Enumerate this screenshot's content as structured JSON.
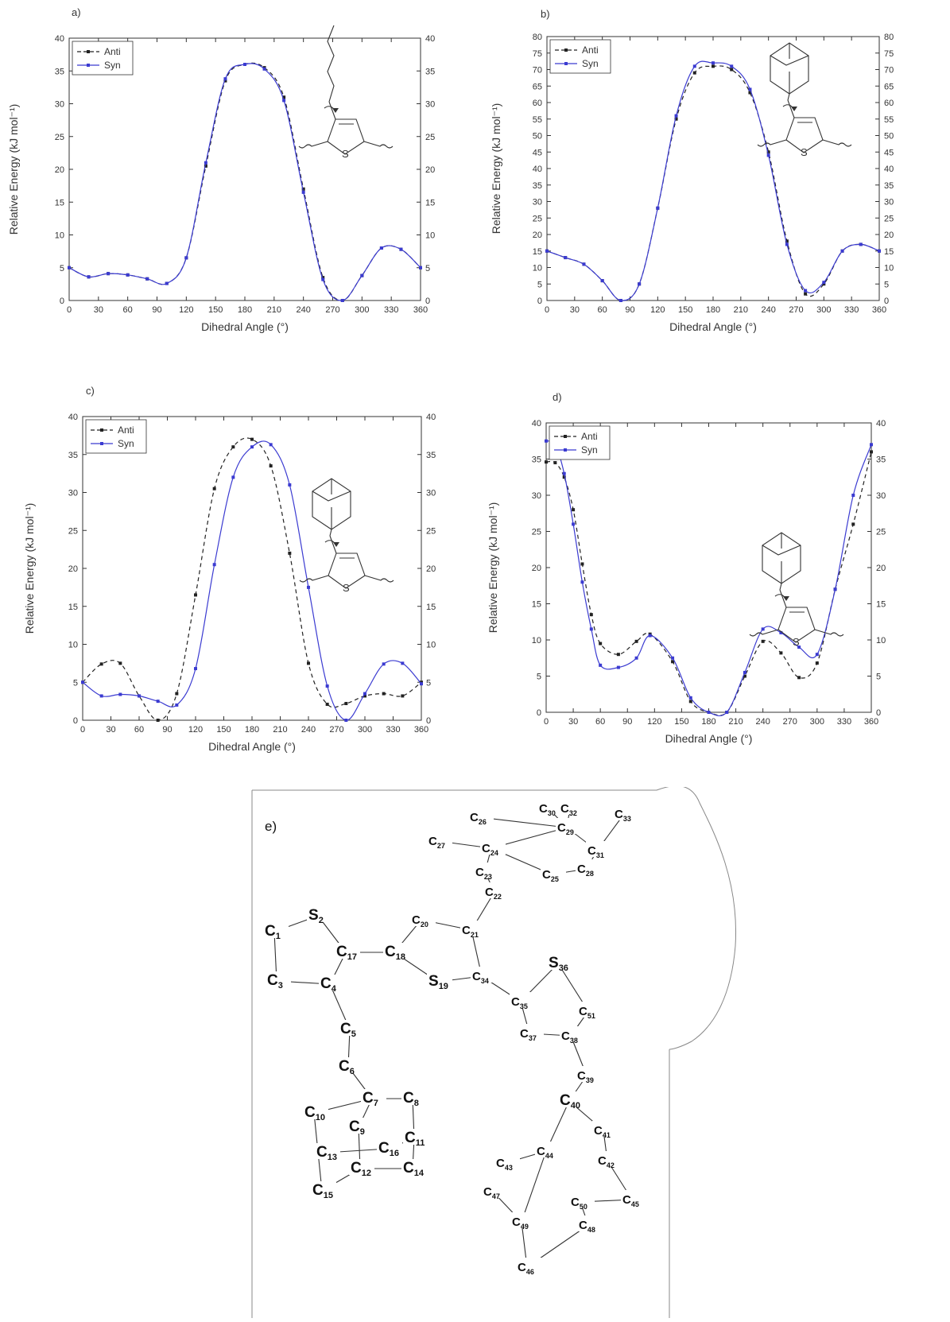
{
  "chart_data": [
    {
      "panel_label": "a)",
      "type": "line",
      "xlabel": "Dihedral Angle (°)",
      "ylabel": "Relative Energy (kJ mol⁻¹)",
      "xlim": [
        0,
        360
      ],
      "ylim": [
        0,
        40
      ],
      "xticks": [
        0,
        30,
        60,
        90,
        120,
        150,
        180,
        210,
        240,
        270,
        300,
        330,
        360
      ],
      "yticks": [
        0,
        5,
        10,
        15,
        20,
        25,
        30,
        35,
        40
      ],
      "legend": "top-left",
      "series": [
        {
          "name": "Anti",
          "color": "#222222",
          "dash": true,
          "x": [
            0,
            20,
            40,
            60,
            80,
            100,
            120,
            140,
            160,
            180,
            200,
            220,
            240,
            260,
            280,
            300,
            320,
            340,
            360
          ],
          "y": [
            5,
            3.6,
            4.1,
            3.9,
            3.3,
            2.6,
            6.5,
            20.5,
            33.5,
            36,
            35.5,
            31,
            17,
            3.5,
            0,
            3.8,
            8,
            7.8,
            5
          ]
        },
        {
          "name": "Syn",
          "color": "#3b3bd1",
          "dash": false,
          "x": [
            0,
            20,
            40,
            60,
            80,
            100,
            120,
            140,
            160,
            180,
            200,
            220,
            240,
            260,
            280,
            300,
            320,
            340,
            360
          ],
          "y": [
            5,
            3.6,
            4.1,
            3.9,
            3.3,
            2.6,
            6.5,
            21,
            33.8,
            36,
            35.3,
            30.5,
            16.5,
            3.2,
            0,
            3.8,
            8,
            7.8,
            5
          ]
        }
      ]
    },
    {
      "panel_label": "b)",
      "type": "line",
      "xlabel": "Dihedral Angle (°)",
      "ylabel": "Relative Energy (kJ mol⁻¹)",
      "xlim": [
        0,
        360
      ],
      "ylim": [
        0,
        80
      ],
      "xticks": [
        0,
        30,
        60,
        90,
        120,
        150,
        180,
        210,
        240,
        270,
        300,
        330,
        360
      ],
      "yticks": [
        0,
        5,
        10,
        15,
        20,
        25,
        30,
        35,
        40,
        45,
        50,
        55,
        60,
        65,
        70,
        75,
        80
      ],
      "legend": "top-left",
      "series": [
        {
          "name": "Anti",
          "color": "#222222",
          "dash": true,
          "x": [
            0,
            20,
            40,
            60,
            80,
            100,
            120,
            140,
            160,
            180,
            200,
            220,
            240,
            260,
            280,
            300,
            320,
            340,
            360
          ],
          "y": [
            15,
            13,
            11,
            6,
            0,
            5,
            28,
            55,
            69,
            71,
            70,
            63,
            45,
            18,
            2,
            5,
            15,
            17,
            15
          ]
        },
        {
          "name": "Syn",
          "color": "#3b3bd1",
          "dash": false,
          "x": [
            0,
            20,
            40,
            60,
            80,
            100,
            120,
            140,
            160,
            180,
            200,
            220,
            240,
            260,
            280,
            300,
            320,
            340,
            360
          ],
          "y": [
            15,
            13,
            11,
            6,
            0,
            5,
            28,
            56,
            71,
            72,
            71,
            64,
            44,
            17,
            3,
            5.5,
            15,
            17,
            15
          ]
        }
      ]
    },
    {
      "panel_label": "c)",
      "type": "line",
      "xlabel": "Dihedral Angle (°)",
      "ylabel": "Relative Energy (kJ mol⁻¹)",
      "xlim": [
        0,
        360
      ],
      "ylim": [
        0,
        40
      ],
      "xticks": [
        0,
        30,
        60,
        90,
        120,
        150,
        180,
        210,
        240,
        270,
        300,
        330,
        360
      ],
      "yticks": [
        0,
        5,
        10,
        15,
        20,
        25,
        30,
        35,
        40
      ],
      "legend": "top-left",
      "series": [
        {
          "name": "Anti",
          "color": "#222222",
          "dash": true,
          "x": [
            0,
            20,
            40,
            60,
            80,
            100,
            120,
            140,
            160,
            180,
            200,
            220,
            240,
            260,
            280,
            300,
            320,
            340,
            360
          ],
          "y": [
            5,
            7.4,
            7.5,
            3.2,
            0,
            3.5,
            16.5,
            30.5,
            36,
            37,
            33.5,
            22,
            7.5,
            2.1,
            2.2,
            3.2,
            3.5,
            3.2,
            5
          ]
        },
        {
          "name": "Syn",
          "color": "#3b3bd1",
          "dash": false,
          "x": [
            0,
            20,
            40,
            60,
            80,
            100,
            120,
            140,
            160,
            180,
            200,
            220,
            240,
            260,
            280,
            300,
            320,
            340,
            360
          ],
          "y": [
            5,
            3.2,
            3.4,
            3.2,
            2.5,
            2.0,
            6.8,
            20.5,
            32,
            36,
            36.3,
            31,
            17.5,
            4.5,
            0,
            3.5,
            7.4,
            7.5,
            4.8
          ]
        }
      ]
    },
    {
      "panel_label": "d)",
      "type": "line",
      "xlabel": "Dihedral Angle (°)",
      "ylabel": "Relative Energy (kJ mol⁻¹)",
      "xlim": [
        0,
        360
      ],
      "ylim": [
        0,
        40
      ],
      "xticks": [
        0,
        30,
        60,
        90,
        120,
        150,
        180,
        210,
        240,
        270,
        300,
        330,
        360
      ],
      "yticks": [
        0,
        5,
        10,
        15,
        20,
        25,
        30,
        35,
        40
      ],
      "legend": "top-left",
      "series": [
        {
          "name": "Anti",
          "color": "#222222",
          "dash": true,
          "x": [
            0,
            10,
            20,
            30,
            40,
            50,
            60,
            80,
            100,
            115,
            140,
            160,
            180,
            200,
            220,
            240,
            260,
            280,
            300,
            320,
            340,
            360
          ],
          "y": [
            34.6,
            34.5,
            32.5,
            28,
            20.5,
            13.5,
            9.5,
            8,
            9.8,
            10.8,
            7,
            1.5,
            0,
            0,
            5,
            9.8,
            8.2,
            4.8,
            6.8,
            17,
            26,
            36
          ]
        },
        {
          "name": "Syn",
          "color": "#3b3bd1",
          "dash": false,
          "x": [
            0,
            10,
            20,
            30,
            40,
            50,
            60,
            80,
            100,
            115,
            140,
            160,
            180,
            200,
            220,
            240,
            260,
            280,
            300,
            320,
            340,
            360
          ],
          "y": [
            37.5,
            37,
            33,
            26,
            18,
            11.5,
            6.5,
            6.2,
            7.5,
            10.6,
            7.5,
            2,
            0,
            0,
            5.5,
            11.5,
            11,
            9,
            8,
            17,
            30,
            37
          ]
        }
      ]
    }
  ],
  "inset_labels": {
    "sulfur": "S"
  },
  "panel_e": {
    "label": "e)",
    "atoms": [
      {
        "id": "a_c1",
        "text": "C1"
      },
      {
        "id": "a_s2",
        "text": "S2"
      },
      {
        "id": "a_c3",
        "text": "C3"
      },
      {
        "id": "a_c4",
        "text": "C4"
      },
      {
        "id": "a_c5",
        "text": "C5"
      },
      {
        "id": "a_c6",
        "text": "C6"
      },
      {
        "id": "a_c7",
        "text": "C7"
      },
      {
        "id": "a_c8",
        "text": "C8"
      },
      {
        "id": "a_c9",
        "text": "C9"
      },
      {
        "id": "a_c10",
        "text": "C10"
      },
      {
        "id": "a_c11",
        "text": "C11"
      },
      {
        "id": "a_c12",
        "text": "C12"
      },
      {
        "id": "a_c13",
        "text": "C13"
      },
      {
        "id": "a_c14",
        "text": "C14"
      },
      {
        "id": "a_c15",
        "text": "C15"
      },
      {
        "id": "a_c16",
        "text": "C16"
      },
      {
        "id": "a_c17",
        "text": "C17"
      },
      {
        "id": "a_c18",
        "text": "C18"
      },
      {
        "id": "a_s19",
        "text": "S19"
      },
      {
        "id": "a_c20",
        "text": "C20"
      },
      {
        "id": "a_c21",
        "text": "C21"
      },
      {
        "id": "a_c22",
        "text": "C22"
      },
      {
        "id": "a_c23",
        "text": "C23"
      },
      {
        "id": "a_c24",
        "text": "C24"
      },
      {
        "id": "a_c25",
        "text": "C25"
      },
      {
        "id": "a_c26",
        "text": "C26"
      },
      {
        "id": "a_c27",
        "text": "C27"
      },
      {
        "id": "a_c28",
        "text": "C28"
      },
      {
        "id": "a_c29",
        "text": "C29"
      },
      {
        "id": "a_c30",
        "text": "C30"
      },
      {
        "id": "a_c31",
        "text": "C31"
      },
      {
        "id": "a_c32",
        "text": "C32"
      },
      {
        "id": "a_c33",
        "text": "C33"
      },
      {
        "id": "a_c34",
        "text": "C34"
      },
      {
        "id": "a_c35",
        "text": "C35"
      },
      {
        "id": "a_s36",
        "text": "S36"
      },
      {
        "id": "a_c37",
        "text": "C37"
      },
      {
        "id": "a_c38",
        "text": "C38"
      },
      {
        "id": "a_c39",
        "text": "C39"
      },
      {
        "id": "a_c40",
        "text": "C40"
      },
      {
        "id": "a_c41",
        "text": "C41"
      },
      {
        "id": "a_c42",
        "text": "C42"
      },
      {
        "id": "a_c43",
        "text": "C43"
      },
      {
        "id": "a_c44",
        "text": "C44"
      },
      {
        "id": "a_c45",
        "text": "C45"
      },
      {
        "id": "a_c46",
        "text": "C46"
      },
      {
        "id": "a_c47",
        "text": "C47"
      },
      {
        "id": "a_c48",
        "text": "C48"
      },
      {
        "id": "a_c49",
        "text": "C49"
      },
      {
        "id": "a_c50",
        "text": "C50"
      },
      {
        "id": "a_c51",
        "text": "C51"
      }
    ]
  }
}
